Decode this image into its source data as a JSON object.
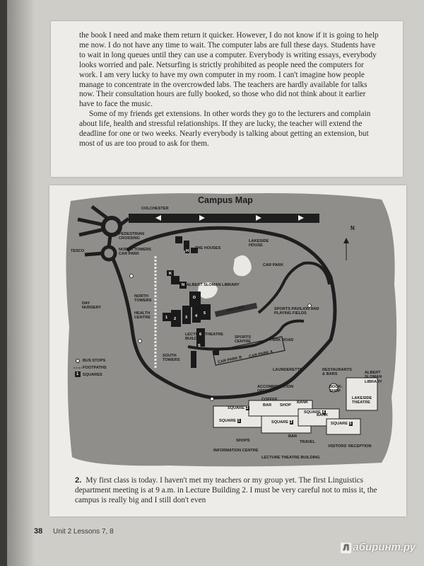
{
  "top_text": {
    "p1": "the book I need and make them return it quicker. However, I do not know if it is going to help me now. I do not have any time to wait. The computer labs are full these days. Students have to wait in long queues until they can use a computer. Everybody is writing essays, everybody looks worried and pale. Netsurfing is strictly prohibited as people need the computers for work. I am very lucky to have my own computer in my room. I can't imagine how people manage to concentrate in the overcrowded labs. The teachers are hardly available for talks now. Their consultation hours are fully booked, so those who did not think about it earlier have to face the music.",
    "p2": "Some of my friends get extensions. In other words they go to the lecturers and complain about life, health and stressful relationships. If they are lucky, the teacher will extend the deadline for one or two weeks. Nearly everybody is talking about getting an extension, but most of us are too proud to ask for them."
  },
  "map": {
    "title": "Campus Map",
    "north": "N",
    "labels": {
      "colchester": "COLCHESTER",
      "pedestrian": "PEDESTRIAN CROSSING",
      "tesco": "TESCO",
      "north_towers_car_park": "NORTH TOWERS CAR PARK",
      "the_houses": "THE HOUSES",
      "lakeside_house": "LAKESIDE HOUSE",
      "car_park": "CAR PARK",
      "albert_sloman_library": "ALBERT SLOMAN LIBRARY",
      "north_towers": "NORTH TOWERS",
      "day_nursery": "DAY NURSERY",
      "health_centre": "HEALTH CENTRE",
      "visitors": "VISITORS",
      "sports_pavilion": "SPORTS PAVILION AND PLAYING FIELDS",
      "lecture_theatre_building": "LECTURE THEATRE BUILDING",
      "sports_centre": "SPORTS CENTRE",
      "park_road": "PARK ROAD",
      "south_towers": "SOUTH TOWERS",
      "car_park_b": "CAR PARK B",
      "car_park_a": "CAR PARK A",
      "launderette": "LAUNDERETTE",
      "restaurants_bars": "RESTAURANTS & BARS",
      "albert_sloman_library_2": "ALBERT SLOMAN LIBRARY",
      "accommodation_office": "ACCOMMODATION OFFICE",
      "bookshop": "BOOK-SHOP",
      "lakeside_theatre": "LAKESIDE THEATRE",
      "coffee": "COFFEE",
      "bar": "BAR",
      "shop": "SHOP",
      "bank1": "BANK",
      "bank2": "BANK",
      "square": "SQUARE",
      "bar2": "BAR",
      "travel": "TRAVEL",
      "shops": "SHOPS",
      "information_centre": "INFORMATION CENTRE",
      "visitors_reception": "VISITORS' RECEPTION",
      "lecture_theatre_building_2": "LECTURE THEATRE BUILDING"
    },
    "building_letters": [
      "H",
      "K",
      "N",
      "D",
      "1",
      "2",
      "3",
      "4",
      "5",
      "6",
      "S"
    ],
    "square_numbers": [
      "1",
      "2",
      "3",
      "4",
      "5"
    ],
    "legend": {
      "bus_stops": "BUS STOPS",
      "footpaths": "FOOTPATHS",
      "squares": "SQUARES",
      "squares_marker": "1"
    }
  },
  "bottom_text": {
    "number": "2.",
    "text": "My first class is today. I haven't met my teachers or my group yet. The first Linguistics department meeting is at 9 a.m. in Lecture Building 2. I must be very careful not to miss it, the campus is really big and I still don't even"
  },
  "footer": {
    "page_number": "38",
    "unit": "Unit 2  Lessons 7, 8"
  },
  "watermark": {
    "badge": "Л",
    "text": "абиринт.ру"
  }
}
